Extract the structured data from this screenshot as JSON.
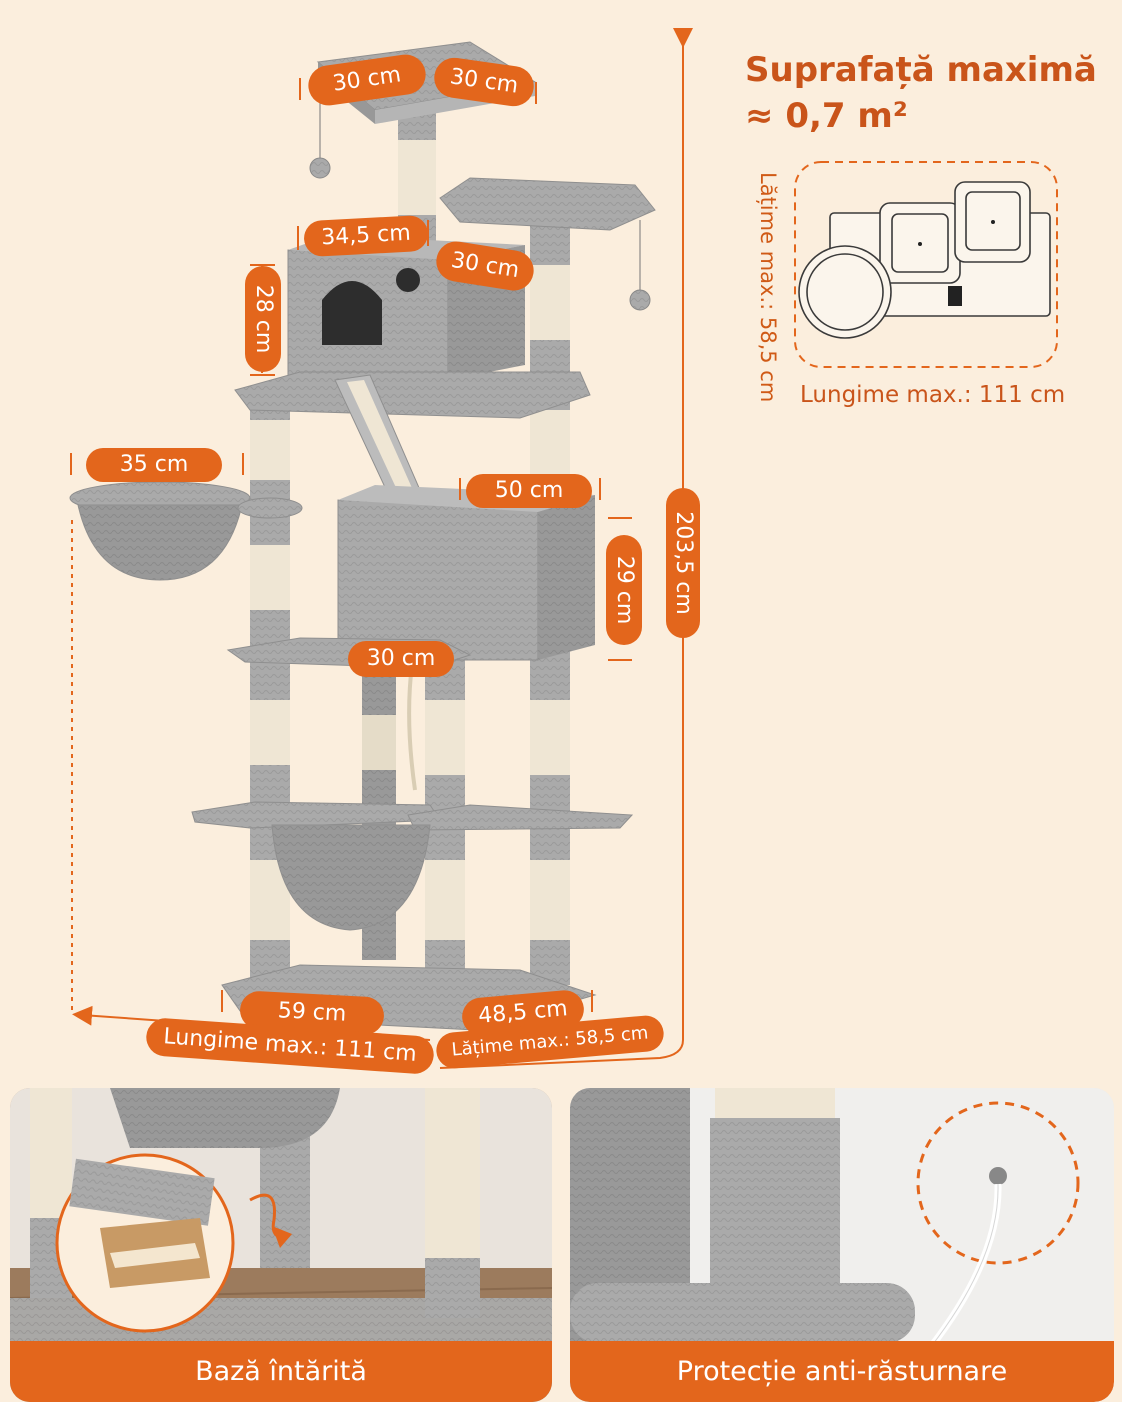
{
  "heading": {
    "line1": "Suprafață maximă",
    "line2": "≈ 0,7 m²"
  },
  "footprint": {
    "width_label": "Lățime max.: 58,5 cm",
    "length_label": "Lungime max.: 111 cm"
  },
  "dimensions": {
    "top_a": "30 cm",
    "top_b": "30 cm",
    "condo_width": "34,5 cm",
    "condo_depth": "30 cm",
    "condo_height": "28 cm",
    "basket": "35 cm",
    "box_width": "50 cm",
    "box_height": "29 cm",
    "mid_platform": "30 cm",
    "total_height": "203,5 cm",
    "base_length": "59 cm",
    "base_width": "48,5 cm",
    "max_length": "Lungime max.: 111 cm",
    "max_width": "Lățime max.: 58,5 cm"
  },
  "panels": {
    "left_caption": "Bază întărită",
    "right_caption": "Protecție anti-răsturnare"
  },
  "colors": {
    "accent": "#e3661c",
    "background": "#fbeedd",
    "plush": "#a9a9a9",
    "sisal": "#efe6d4"
  }
}
